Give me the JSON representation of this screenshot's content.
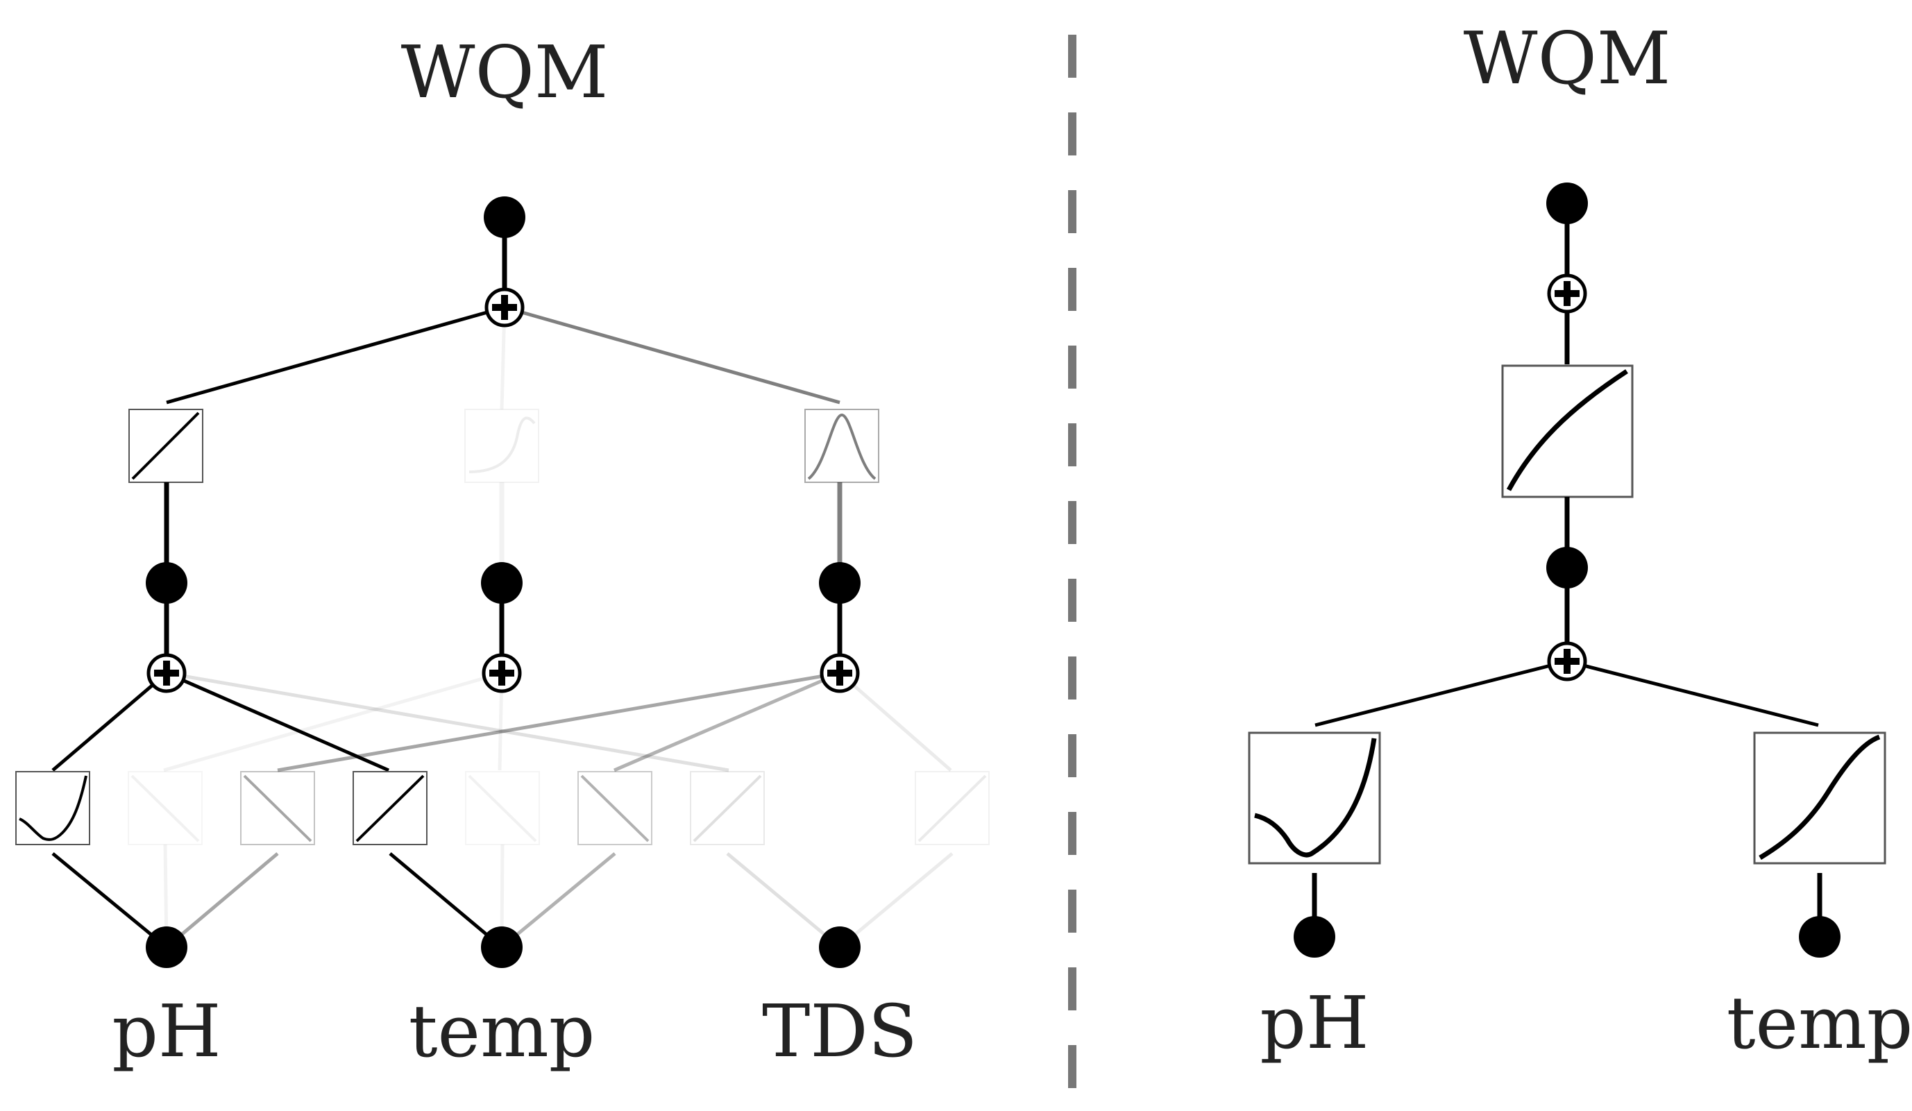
{
  "colors": {
    "background": "#ffffff",
    "ink": "#000000",
    "text": "#222222",
    "divider": "#777777"
  },
  "left_panel": {
    "title": "WQM",
    "inputs": [
      "pH",
      "temp",
      "TDS"
    ],
    "output_sum_node": {
      "incoming": [
        {
          "from_activation": "linear",
          "opacity": 1.0
        },
        {
          "from_activation": "sigmoid",
          "opacity": 0.05
        },
        {
          "from_activation": "bell",
          "opacity": 0.5
        }
      ]
    },
    "hidden_activations": [
      {
        "shape": "linear",
        "opacity": 1.0
      },
      {
        "shape": "sigmoid",
        "opacity": 0.05
      },
      {
        "shape": "bell",
        "opacity": 0.5
      }
    ],
    "input_activations": [
      {
        "input": "pH",
        "hidden": 1,
        "shape": "parabola",
        "opacity": 1.0
      },
      {
        "input": "pH",
        "hidden": 2,
        "shape": "decreasing",
        "opacity": 0.05
      },
      {
        "input": "pH",
        "hidden": 3,
        "shape": "decreasing",
        "opacity": 0.35
      },
      {
        "input": "temp",
        "hidden": 1,
        "shape": "linear",
        "opacity": 1.0
      },
      {
        "input": "temp",
        "hidden": 2,
        "shape": "decreasing",
        "opacity": 0.05
      },
      {
        "input": "temp",
        "hidden": 3,
        "shape": "decreasing",
        "opacity": 0.3
      },
      {
        "input": "TDS",
        "hidden": 1,
        "shape": "linear",
        "opacity": 0.12
      },
      {
        "input": "TDS",
        "hidden": 3,
        "shape": "linear",
        "opacity": 0.08
      }
    ]
  },
  "right_panel": {
    "title": "WQM",
    "inputs": [
      "pH",
      "temp"
    ],
    "hidden_activations": [
      {
        "shape": "concave-increasing",
        "opacity": 1.0
      }
    ],
    "input_activations": [
      {
        "input": "pH",
        "shape": "parabola",
        "opacity": 1.0
      },
      {
        "input": "temp",
        "shape": "s-curve",
        "opacity": 1.0
      }
    ]
  }
}
